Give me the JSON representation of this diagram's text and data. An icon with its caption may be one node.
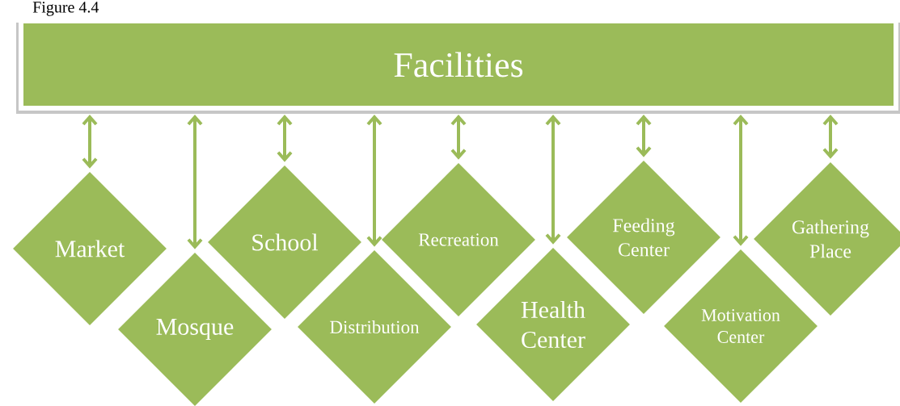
{
  "diagram": {
    "nodes": [
      {
        "text": [
          "Facilities"
        ]
      },
      {
        "text": [
          "Market"
        ]
      },
      {
        "text": [
          "Mosque"
        ]
      },
      {
        "text": [
          "School"
        ]
      },
      {
        "text": [
          "Distribution"
        ]
      },
      {
        "text": [
          "Recreation"
        ]
      },
      {
        "text": [
          "Health Center"
        ]
      },
      {
        "text": [
          "Feeding Center"
        ]
      },
      {
        "text": [
          "Motivation Center"
        ]
      },
      {
        "text": [
          "Gathering Place"
        ]
      }
    ],
    "edges": [
      {
        "from": 0,
        "to": 1,
        "arrow": "both"
      },
      {
        "from": 0,
        "to": 2,
        "arrow": "both"
      },
      {
        "from": 0,
        "to": 3,
        "arrow": "both"
      },
      {
        "from": 0,
        "to": 4,
        "arrow": "both"
      },
      {
        "from": 0,
        "to": 5,
        "arrow": "both"
      },
      {
        "from": 0,
        "to": 6,
        "arrow": "both"
      },
      {
        "from": 0,
        "to": 7,
        "arrow": "both"
      },
      {
        "from": 0,
        "to": 8,
        "arrow": "both"
      },
      {
        "from": 0,
        "to": 9,
        "arrow": "both"
      }
    ],
    "labels": [
      "Figure 4.4"
    ]
  }
}
